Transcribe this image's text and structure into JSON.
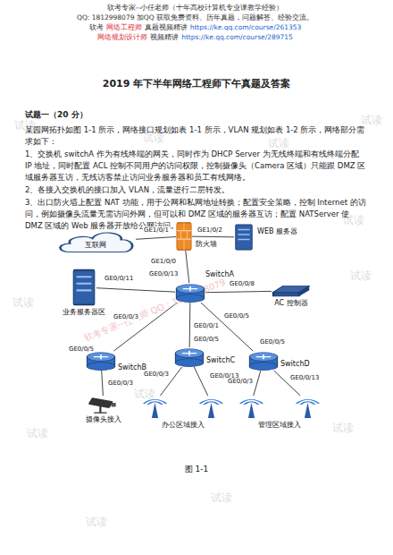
{
  "diagram": {
    "title": "2019 年下半年网络工程师下午真题及答案",
    "caption": "图 1-1",
    "nodes": [
      {
        "text": [
          "互联网"
        ]
      },
      {
        "text": [
          "防火墙"
        ]
      },
      {
        "text": [
          "WEB 服务器"
        ]
      },
      {
        "text": [
          "SwitchA"
        ]
      },
      {
        "text": [
          "业务服务器区"
        ]
      },
      {
        "text": [
          "AC 控制器"
        ]
      },
      {
        "text": [
          "SwitchB"
        ]
      },
      {
        "text": [
          "SwitchC"
        ]
      },
      {
        "text": [
          "SwitchD"
        ]
      },
      {
        "text": [
          "摄像头接入"
        ]
      },
      {
        "text": [
          "办公区域接入"
        ]
      },
      {
        "text": [
          "管理区域接入"
        ]
      }
    ],
    "edges": [
      {
        "from": 0,
        "to": 1,
        "arrow": "none"
      },
      {
        "from": 1,
        "to": 2,
        "arrow": "none"
      },
      {
        "from": 1,
        "to": 3,
        "arrow": "none"
      },
      {
        "from": 3,
        "to": 4,
        "arrow": "none"
      },
      {
        "from": 3,
        "to": 5,
        "arrow": "none"
      },
      {
        "from": 3,
        "to": 6,
        "arrow": "none"
      },
      {
        "from": 3,
        "to": 7,
        "arrow": "none"
      },
      {
        "from": 3,
        "to": 8,
        "arrow": "none"
      },
      {
        "from": 6,
        "to": 9,
        "arrow": "none"
      },
      {
        "from": 7,
        "to": 10,
        "arrow": "none"
      },
      {
        "from": 7,
        "to": 10,
        "arrow": "none"
      },
      {
        "from": 8,
        "to": 11,
        "arrow": "none"
      },
      {
        "from": 8,
        "to": 11,
        "arrow": "none"
      }
    ],
    "labels": [
      "软考专家--小任老师（十年高校计算机专业课教学经验）",
      "QQ: 1812998079 加QQ 获取免费资料、历年真题，问题解答、经验交流。",
      "软考",
      "网络工程师",
      "真题视频精讲",
      "https://ke.qq.com/course/261353",
      "网络规划设计师",
      "视频精讲",
      "https://ke.qq.com/course/289715",
      "试题一（20 分）",
      "某园网拓扑如图 1-1 所示，网络接口规划如表 1-1 所示，VLAN 规划如表 1-2 所示，网络部分需求如下：",
      "1、交换机 switchA 作为有线终端的网关，同时作为 DHCP Server 为无线终端和有线终端分配 IP 地址，同时配置 ACL 控制不同用户的访问权限，控制摄像头（Camera 区域）只能跟 DMZ 区域服务器互访，无线访客禁止访问业务服务器和员工有线网络。",
      "2、各接入交换机的接口加入 VLAN，流量进行二层转发。",
      "3、出口防火墙上配置 NAT 功能，用于公网和私网地址转换；配置安全策略，控制 Internet 的访问，例如摄像头流量无需访问外网，但可以和 DMZ 区域的服务器互访；配置 NATServer 使 DMZ 区域的 Web 服务器开放给公网访问。",
      "GE1/0/1",
      "GE1/0/2",
      "GE1/0/0",
      "GE0/0/13",
      "GE0/0/11",
      "GE0/0/8",
      "GE0/0/3",
      "GE0/0/1",
      "GE0/0/5",
      "GE0/0/5",
      "GE0/0/5",
      "GE0/0/5",
      "GE0/0/3",
      "GE0/0/3",
      "GE0/0/13",
      "GE0/0/3",
      "GE0/0/13",
      "软考专家--任老师 QQ：1812998079",
      "试读",
      "试读",
      "试读",
      "试读",
      "试读",
      "试读",
      "试读",
      "试读",
      "试读",
      "试读",
      "试读",
      "试读",
      "试读",
      "试读"
    ]
  }
}
